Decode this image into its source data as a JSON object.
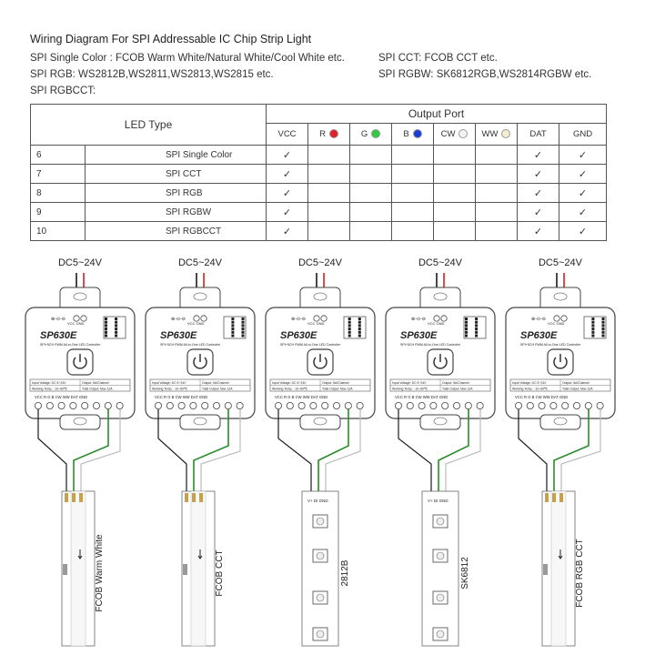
{
  "title": "Wiring Diagram For SPI Addressable IC Chip Strip Light",
  "info": {
    "single": "SPI Single Color : FCOB Warm White/Natural White/Cool White etc.",
    "cct": "SPI CCT:  FCOB CCT etc.",
    "rgb": "SPI RGB:  WS2812B,WS2811,WS2813,WS2815 etc.",
    "rgbw": "SPI RGBW: SK6812RGB,WS2814RGBW etc.",
    "rgbcct": "SPI RGBCCT:"
  },
  "table": {
    "led_type_header": "LED Type",
    "output_header": "Output Port",
    "ports": [
      {
        "label": "VCC",
        "color": ""
      },
      {
        "label": "R",
        "color": "#e0202a"
      },
      {
        "label": "G",
        "color": "#2ecc40"
      },
      {
        "label": "B",
        "color": "#1a3fd6"
      },
      {
        "label": "CW",
        "color": "#f4f4f4"
      },
      {
        "label": "WW",
        "color": "#f3ecd2"
      },
      {
        "label": "DAT",
        "color": ""
      },
      {
        "label": "GND",
        "color": ""
      }
    ],
    "check_mark": "✓",
    "rows": [
      {
        "index": "6",
        "name": "SPI Single Color",
        "checks": [
          true,
          false,
          false,
          false,
          false,
          false,
          true,
          true
        ]
      },
      {
        "index": "7",
        "name": "SPI CCT",
        "checks": [
          true,
          false,
          false,
          false,
          false,
          false,
          true,
          true
        ]
      },
      {
        "index": "8",
        "name": "SPI RGB",
        "checks": [
          true,
          false,
          false,
          false,
          false,
          false,
          true,
          true
        ]
      },
      {
        "index": "9",
        "name": "SPI RGBW",
        "checks": [
          true,
          false,
          false,
          false,
          false,
          false,
          true,
          true
        ]
      },
      {
        "index": "10",
        "name": "SPI RGBCCT",
        "checks": [
          true,
          false,
          false,
          false,
          false,
          false,
          true,
          true
        ]
      }
    ]
  },
  "controllers": [
    {
      "supply": "DC5~24V",
      "strip_label": "FCOB Warm White",
      "strip_type": "fcob"
    },
    {
      "supply": "DC5~24V",
      "strip_label": "FCOB CCT",
      "strip_type": "fcob"
    },
    {
      "supply": "DC5~24V",
      "strip_label": "2812B",
      "strip_type": "smd"
    },
    {
      "supply": "DC5~24V",
      "strip_label": "SK6812",
      "strip_type": "smd"
    },
    {
      "supply": "DC5~24V",
      "strip_label": "FCOB RGB CCT",
      "strip_type": "fcob"
    }
  ],
  "device": {
    "model": "SP630E",
    "subtitle": "SPI+5CH PWM All-in-One LED Controller",
    "input_voltage": "Input Voltage: DC 5~24V",
    "working_temp": "Working Temp.: -10~60℃",
    "output": "Output: 5A/Channel",
    "total_output": "Total Output: Max 12A",
    "top_terminals": "VCC   GND",
    "bottom_terminals": "VCC  R  G  B  CW WW DAT GND",
    "strip_pads": "V+ DI GND"
  },
  "colors": {
    "wire_red": "#d42020",
    "wire_black": "#1a1a1a",
    "wire_green": "#2a8a2a",
    "wire_white": "#bbbbbb",
    "device_border": "#444444",
    "pad_gold": "#c8a04a"
  }
}
